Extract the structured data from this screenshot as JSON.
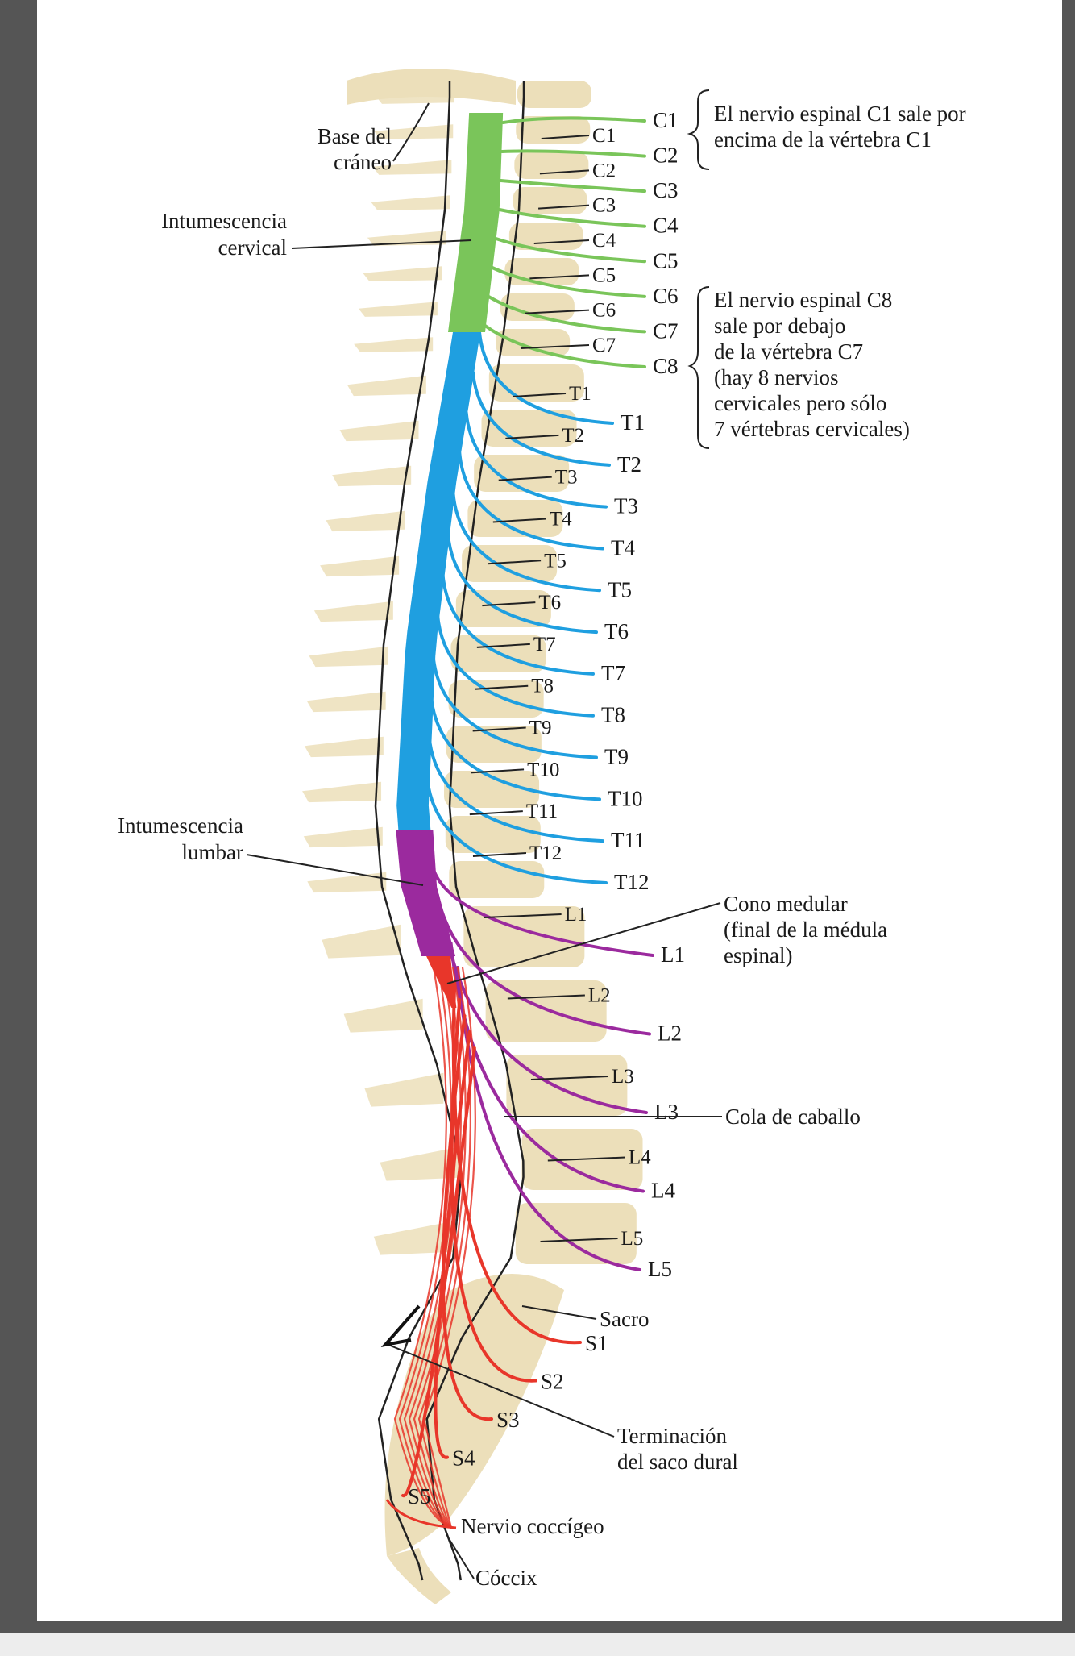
{
  "colors": {
    "cervical": "#7ac55a",
    "thoracic": "#1f9fe0",
    "lumbar": "#9b2a9e",
    "sacral": "#e8362a",
    "vertebra": "#ecdfba",
    "frame": "#555555",
    "page": "#ffffff"
  },
  "annotations": {
    "base_craneo": [
      "Base del",
      "cráneo"
    ],
    "intumescencia_cervical": [
      "Intumescencia",
      "cervical"
    ],
    "intumescencia_lumbar": [
      "Intumescencia",
      "lumbar"
    ],
    "c1_note": [
      "El nervio espinal C1 sale por",
      "encima de la vértebra C1"
    ],
    "c8_note": [
      "El nervio espinal C8",
      "sale por debajo",
      "de la vértebra C7",
      "(hay 8 nervios",
      "cervicales pero sólo",
      "7 vértebras cervicales)"
    ],
    "cono_medular": [
      "Cono medular",
      "(final de la médula",
      "espinal)"
    ],
    "cola_caballo": "Cola de caballo",
    "terminacion_saco": [
      "Terminación",
      "del saco dural"
    ],
    "sacro": "Sacro",
    "nervio_coccigeo": "Nervio coccígeo",
    "coccix": "Cóccix"
  },
  "nerves": {
    "cervical": [
      "C1",
      "C2",
      "C3",
      "C4",
      "C5",
      "C6",
      "C7",
      "C8"
    ],
    "thoracic": [
      "T1",
      "T2",
      "T3",
      "T4",
      "T5",
      "T6",
      "T7",
      "T8",
      "T9",
      "T10",
      "T11",
      "T12"
    ],
    "lumbar": [
      "L1",
      "L2",
      "L3",
      "L4",
      "L5"
    ],
    "sacral": [
      "S1",
      "S2",
      "S3",
      "S4",
      "S5"
    ]
  },
  "vertebrae": {
    "cervical": [
      "C1",
      "C2",
      "C3",
      "C4",
      "C5",
      "C6",
      "C7"
    ],
    "thoracic": [
      "T1",
      "T2",
      "T3",
      "T4",
      "T5",
      "T6",
      "T7",
      "T8",
      "T9",
      "T10",
      "T11",
      "T12"
    ],
    "lumbar": [
      "L1",
      "L2",
      "L3",
      "L4",
      "L5"
    ]
  }
}
